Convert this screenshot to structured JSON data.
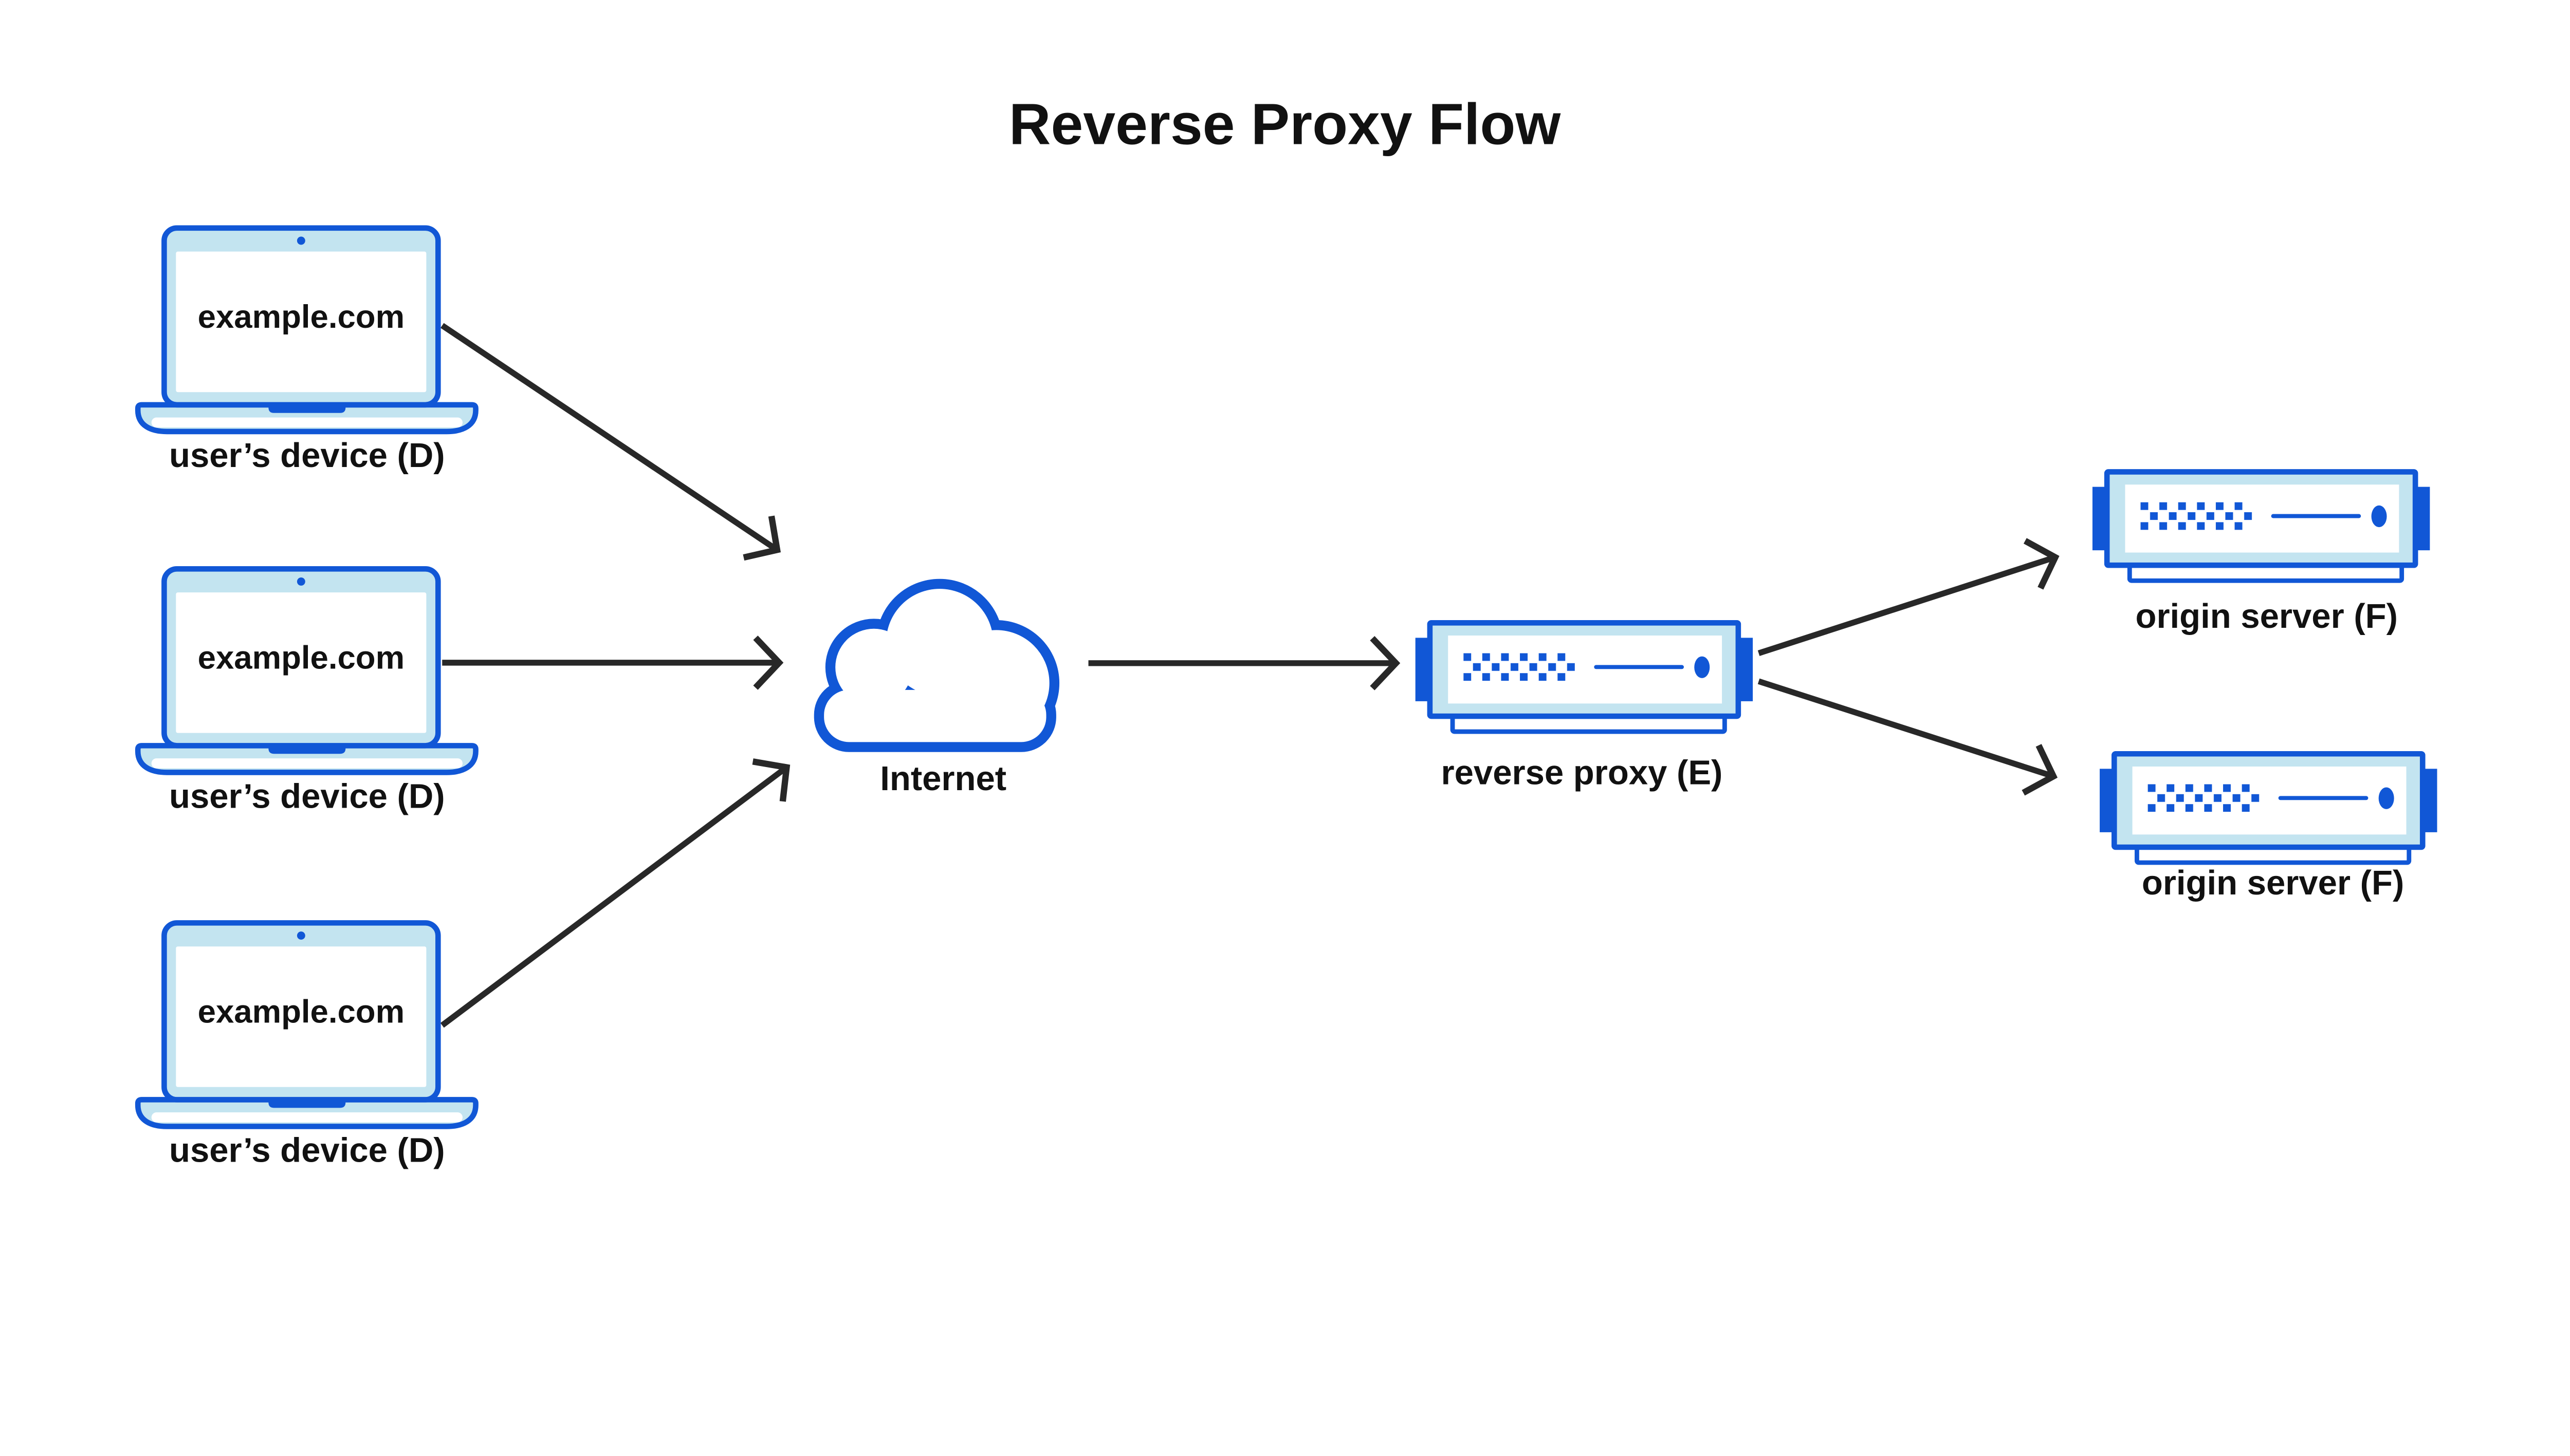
{
  "title": "Reverse Proxy Flow",
  "colors": {
    "accent_blue": "#1157D6",
    "light_blue": "#C3E4F0",
    "arrow_dark": "#282828",
    "text_black": "#111111"
  },
  "devices": [
    {
      "screen_label": "example.com",
      "caption": "user’s device (D)"
    },
    {
      "screen_label": "example.com",
      "caption": "user’s device (D)"
    },
    {
      "screen_label": "example.com",
      "caption": "user’s device (D)"
    }
  ],
  "internet": {
    "caption": "Internet"
  },
  "reverse_proxy": {
    "caption": "reverse proxy (E)"
  },
  "origin_servers": [
    {
      "caption": "origin server (F)"
    },
    {
      "caption": "origin server (F)"
    }
  ],
  "edges": [
    {
      "from": "user-device-1",
      "to": "internet"
    },
    {
      "from": "user-device-2",
      "to": "internet"
    },
    {
      "from": "user-device-3",
      "to": "internet"
    },
    {
      "from": "internet",
      "to": "reverse-proxy"
    },
    {
      "from": "reverse-proxy",
      "to": "origin-server-1"
    },
    {
      "from": "reverse-proxy",
      "to": "origin-server-2"
    }
  ]
}
